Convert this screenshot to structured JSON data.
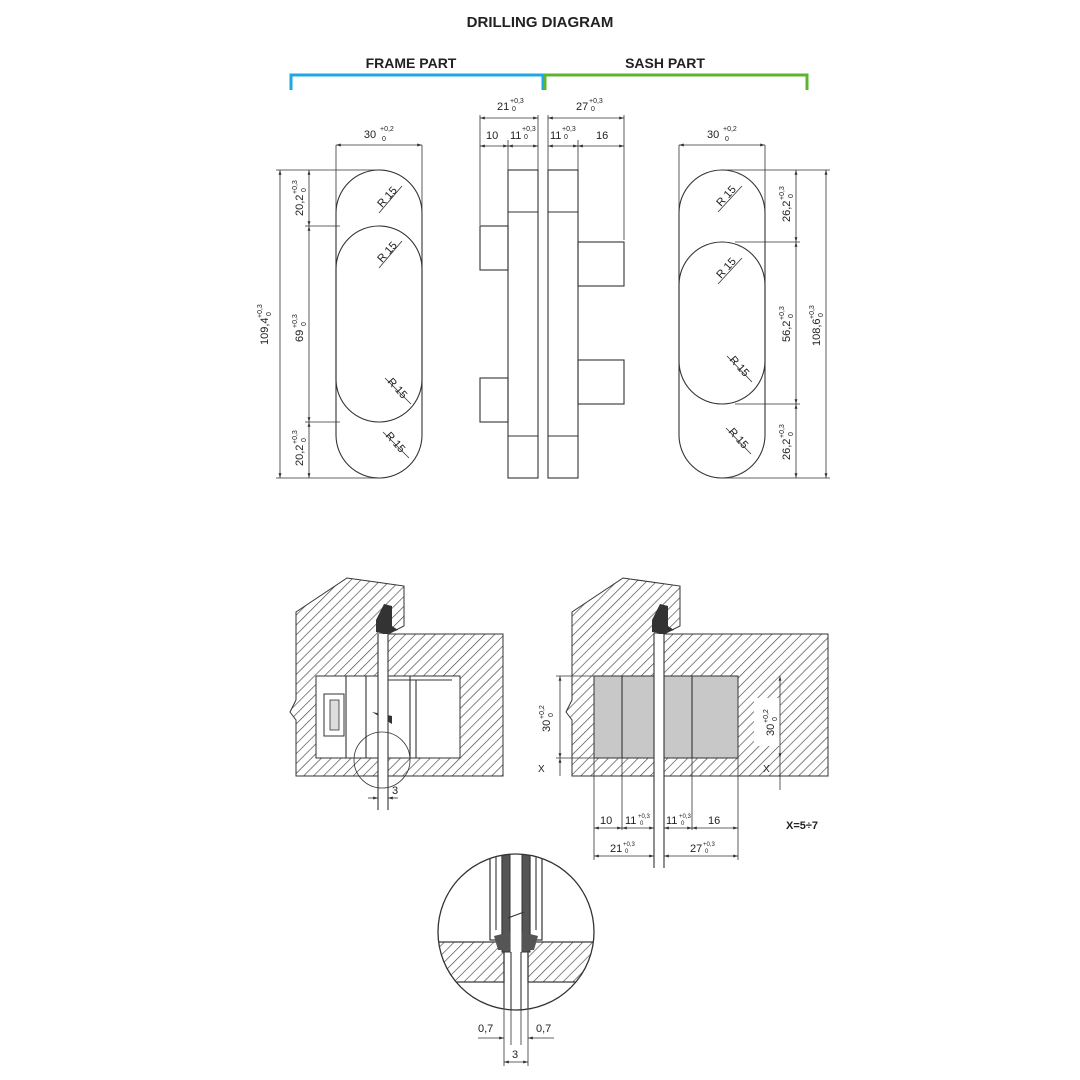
{
  "title": "DRILLING DIAGRAM",
  "frame_part": {
    "label": "FRAME PART",
    "color": "#1ea7e1"
  },
  "sash_part": {
    "label": "SASH PART",
    "color": "#5cb531"
  },
  "frame_slot": {
    "width": "30",
    "width_tol": "+0,2",
    "width_tol_low": "0",
    "total": "109,4",
    "total_tol": "+0,3",
    "total_tol_low": "0",
    "top_seg": "20,2",
    "mid_seg": "69",
    "bot_seg": "20,2",
    "seg_tol": "+0,3",
    "seg_tol_low": "0",
    "radius": "R 15"
  },
  "sash_slot": {
    "width": "30",
    "width_tol": "+0,2",
    "width_tol_low": "0",
    "total": "108,6",
    "total_tol": "+0,3",
    "total_tol_low": "0",
    "top_seg": "26,2",
    "mid_seg": "56,2",
    "bot_seg": "26,2",
    "seg_tol": "+0,3",
    "seg_tol_low": "0",
    "radius": "R 15"
  },
  "profile": {
    "frame_depth": "21",
    "sash_depth": "27",
    "d10": "10",
    "d11": "11",
    "d16": "16",
    "tol": "+0,3",
    "tol_low": "0"
  },
  "section": {
    "gap": "3",
    "height": "30",
    "height_tol": "+0,2",
    "height_tol_low": "0",
    "x_label": "X",
    "x_formula": "X=5÷7",
    "d10": "10",
    "d11": "11",
    "d16": "16",
    "d21": "21",
    "d27": "27",
    "tol": "+0,3",
    "tol_low": "0"
  },
  "detail": {
    "left_gap": "0,7",
    "right_gap": "0,7",
    "gap": "3"
  }
}
